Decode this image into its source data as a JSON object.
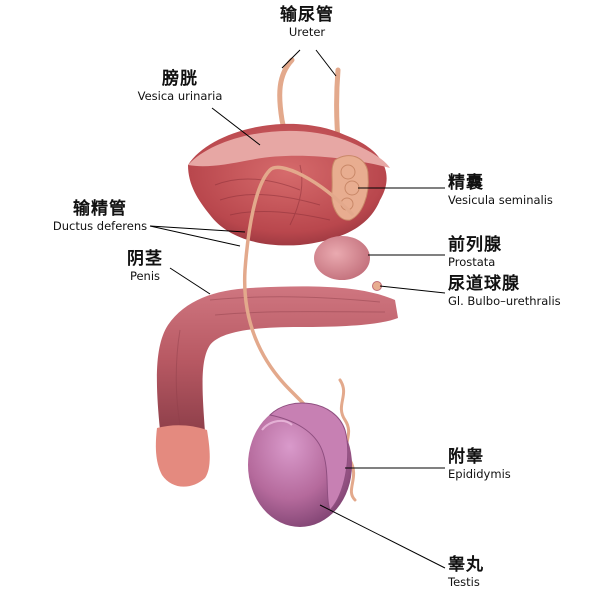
{
  "labels": {
    "ureter": {
      "cn": "输尿管",
      "la": "Ureter"
    },
    "bladder": {
      "cn": "膀胱",
      "la": "Vesica urinaria"
    },
    "vas_deferens": {
      "cn": "输精管",
      "la": "Ductus deferens"
    },
    "penis": {
      "cn": "阴茎",
      "la": "Penis"
    },
    "seminal": {
      "cn": "精囊",
      "la": "Vesicula seminalis"
    },
    "prostate": {
      "cn": "前列腺",
      "la": "Prostata"
    },
    "bulbourethral": {
      "cn": "尿道球腺",
      "la": "Gl. Bulbo–urethralis"
    },
    "epididymis": {
      "cn": "附睾",
      "la": "Epididymis"
    },
    "testis": {
      "cn": "睾丸",
      "la": "Testis"
    }
  },
  "colors": {
    "bladder": "#b9474d",
    "bladder_light": "#e7a7a4",
    "penis": "#b85963",
    "glans": "#e48a7f",
    "testis": "#b56a9c",
    "duct": "#e3a98c",
    "prostate": "#d9898e",
    "seminal": "#e8ad90",
    "leader": "#000000"
  }
}
